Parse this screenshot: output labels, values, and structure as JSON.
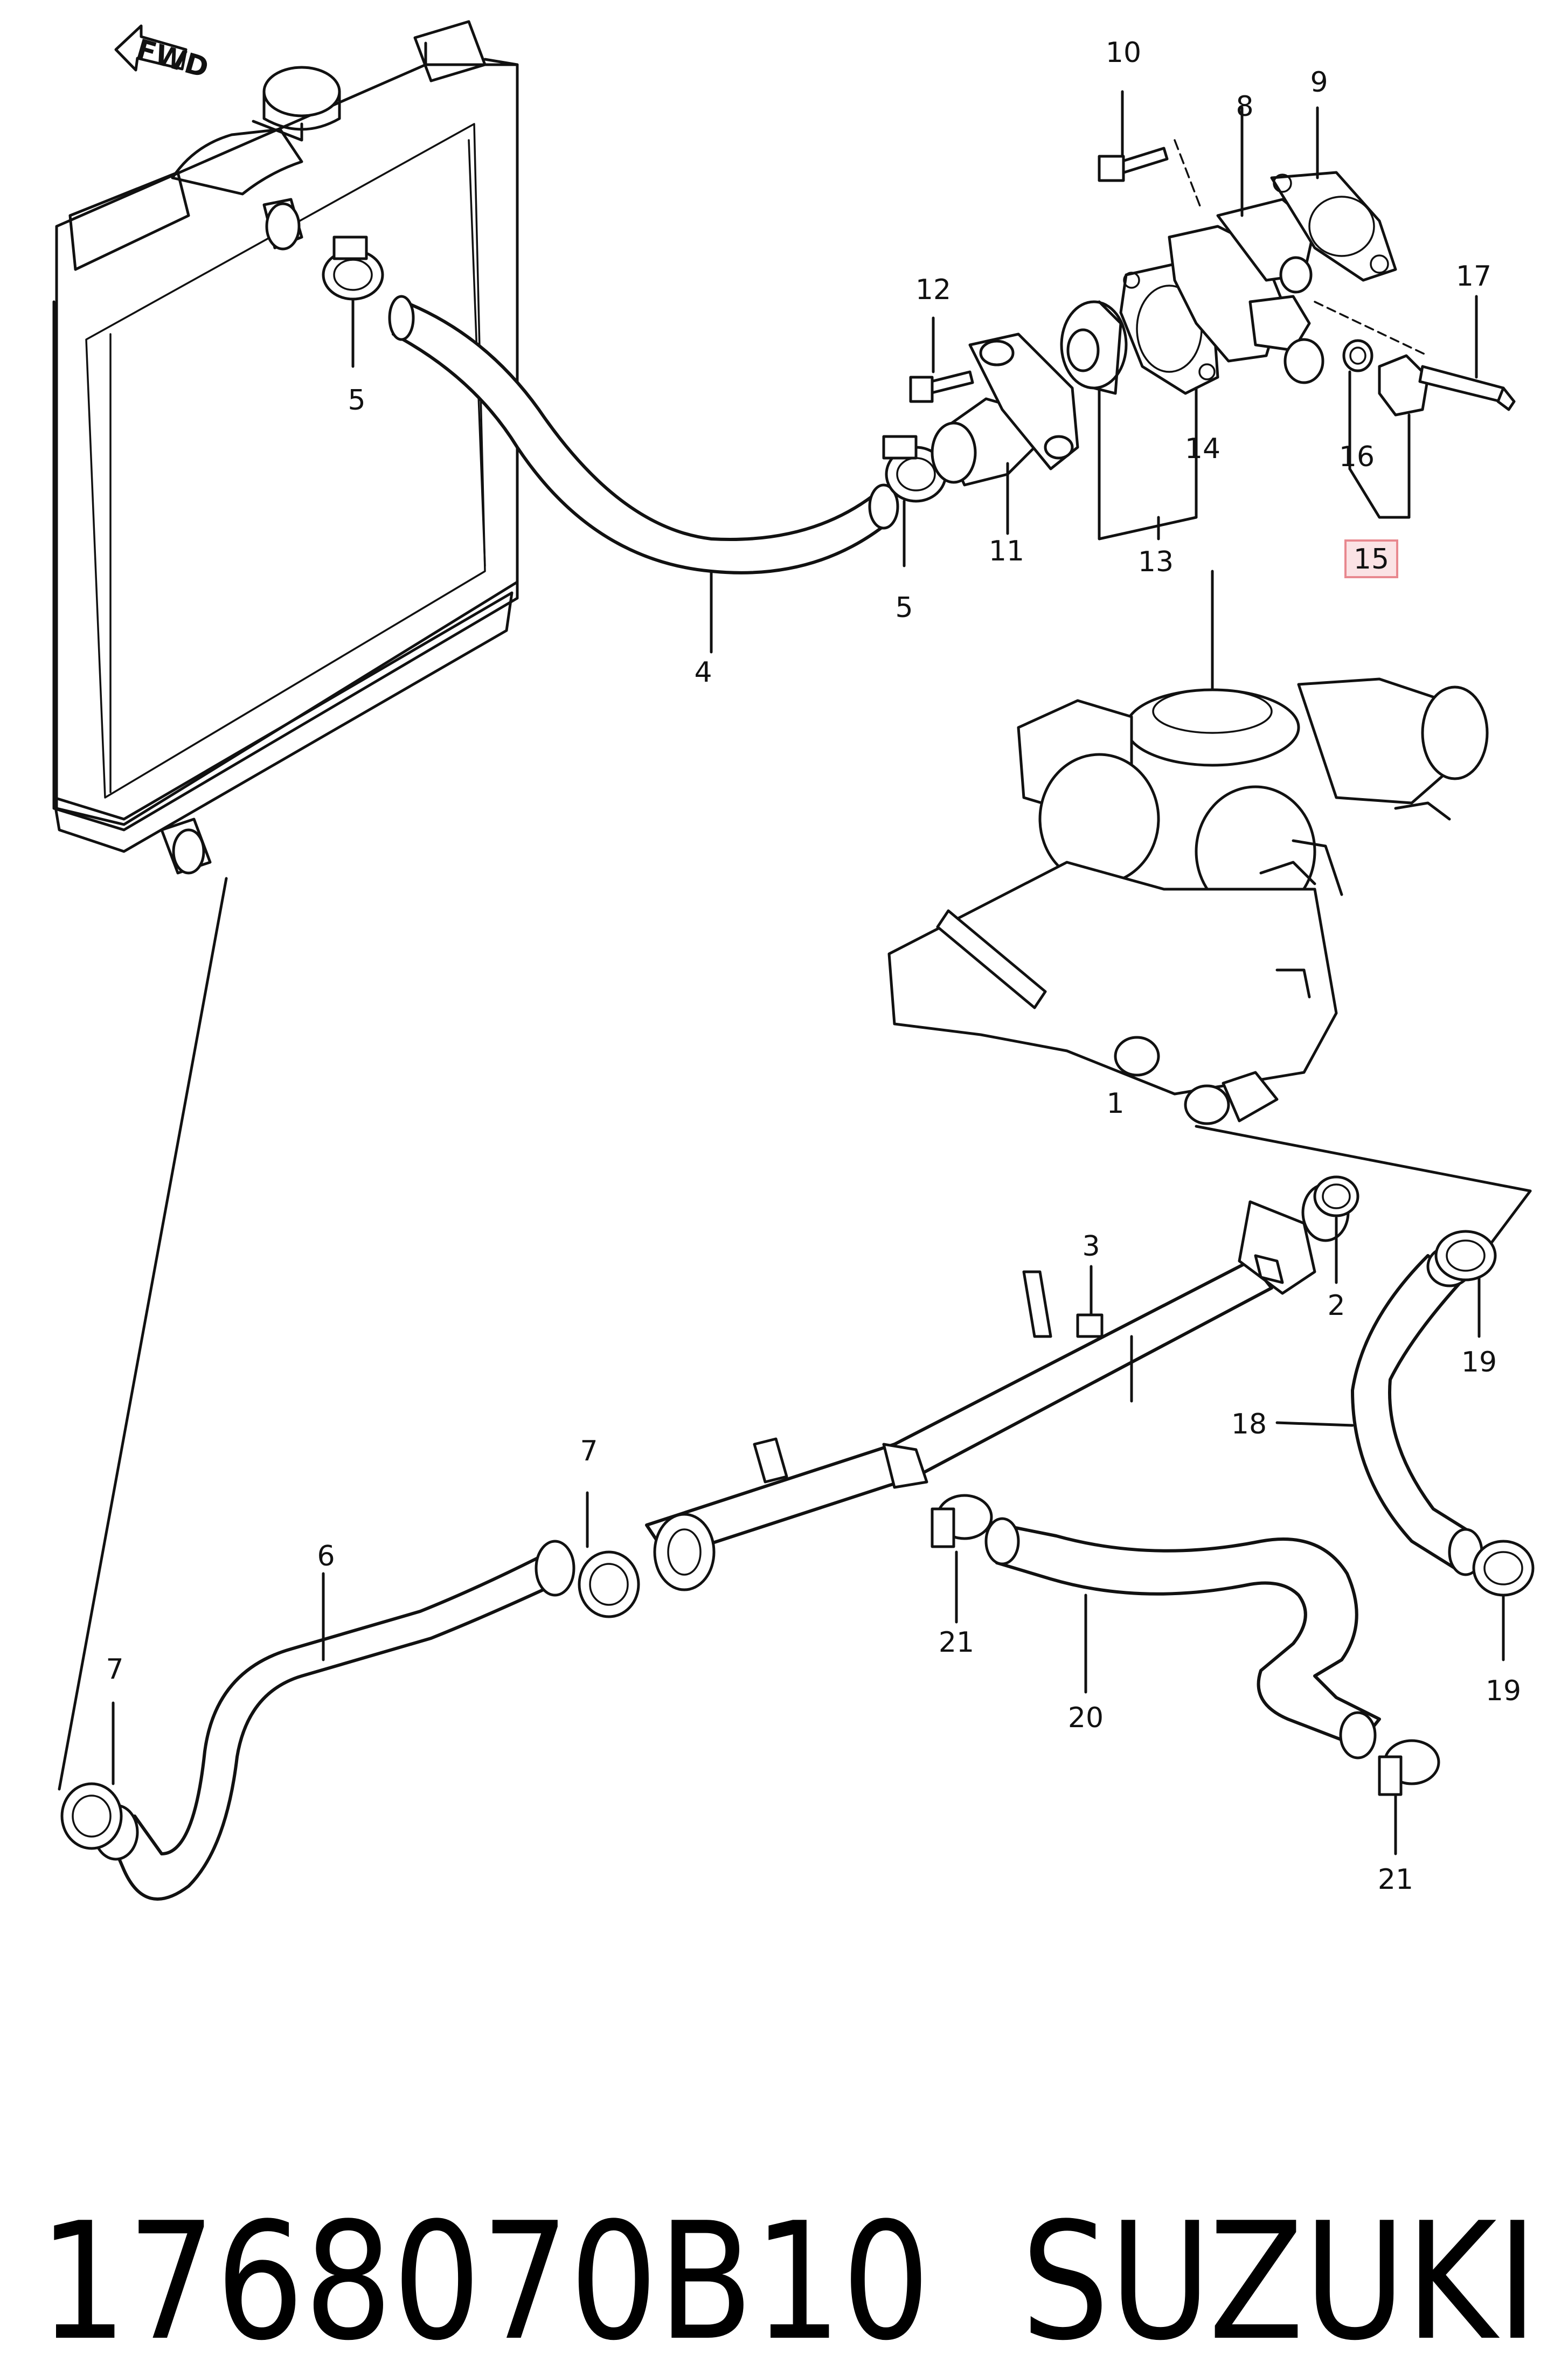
{
  "diagram": {
    "fwd_arrow": "FWD",
    "callouts": [
      {
        "id": "c1",
        "text": "1"
      },
      {
        "id": "c2",
        "text": "2"
      },
      {
        "id": "c3",
        "text": "3"
      },
      {
        "id": "c4",
        "text": "4"
      },
      {
        "id": "c5a",
        "text": "5"
      },
      {
        "id": "c5b",
        "text": "5"
      },
      {
        "id": "c6",
        "text": "6"
      },
      {
        "id": "c7a",
        "text": "7"
      },
      {
        "id": "c7b",
        "text": "7"
      },
      {
        "id": "c8",
        "text": "8"
      },
      {
        "id": "c9",
        "text": "9"
      },
      {
        "id": "c10",
        "text": "10"
      },
      {
        "id": "c11",
        "text": "11"
      },
      {
        "id": "c12",
        "text": "12"
      },
      {
        "id": "c13",
        "text": "13"
      },
      {
        "id": "c14",
        "text": "14"
      },
      {
        "id": "c15",
        "text": "15"
      },
      {
        "id": "c16",
        "text": "16"
      },
      {
        "id": "c17",
        "text": "17"
      },
      {
        "id": "c18",
        "text": "18"
      },
      {
        "id": "c19a",
        "text": "19"
      },
      {
        "id": "c19b",
        "text": "19"
      },
      {
        "id": "c20",
        "text": "20"
      },
      {
        "id": "c21a",
        "text": "21"
      },
      {
        "id": "c21b",
        "text": "21"
      }
    ],
    "highlight_color": "#e8888f"
  },
  "caption": {
    "part_number": "1768070B10",
    "brand": "SUZUKI"
  }
}
